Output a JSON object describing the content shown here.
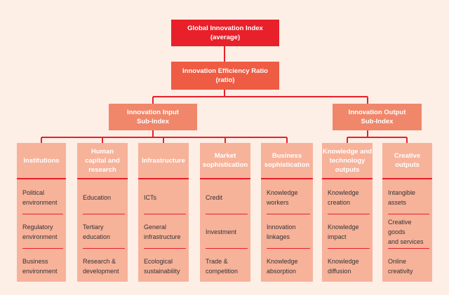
{
  "root": {
    "label": "Global Innovation Index\n(average)"
  },
  "ratio": {
    "label": "Innovation Efficiency Ratio\n(ratio)"
  },
  "input_sub_index": {
    "label": "Innovation Input\nSub-Index"
  },
  "output_sub_index": {
    "label": "Innovation Output\nSub-Index"
  },
  "pillars": [
    {
      "label": "Institutions",
      "subs": [
        "Political\nenvironment",
        "Regulatory\nenvironment",
        "Business\nenvironment"
      ]
    },
    {
      "label": "Human\ncapital and\nresearch",
      "subs": [
        "Education",
        "Tertiary\neducation",
        "Research &\ndevelopment"
      ]
    },
    {
      "label": "Infrastructure",
      "subs": [
        "ICTs",
        "General\ninfrastructure",
        "Ecological\nsustainability"
      ]
    },
    {
      "label": "Market\nsophistication",
      "subs": [
        "Credit",
        "Investment",
        "Trade &\ncompetition"
      ]
    },
    {
      "label": "Business\nsophistication",
      "subs": [
        "Knowledge\nworkers",
        "Innovation\nlinkages",
        "Knowledge\nabsorption"
      ]
    },
    {
      "label": "Knowledge and\ntechnology\noutputs",
      "subs": [
        "Knowledge\ncreation",
        "Knowledge\nimpact",
        "Knowledge\ndiffusion"
      ]
    },
    {
      "label": "Creative\noutputs",
      "subs": [
        "Intangible\nassets",
        "Creative goods\nand services",
        "Online\ncreativity"
      ]
    }
  ],
  "colors": {
    "line": "#e8202a",
    "top": "#e8202a",
    "ratio": "#ee5c43",
    "sub_index": "#f0876a",
    "pillar": "#f7b29a",
    "background": "#fdeee6"
  }
}
